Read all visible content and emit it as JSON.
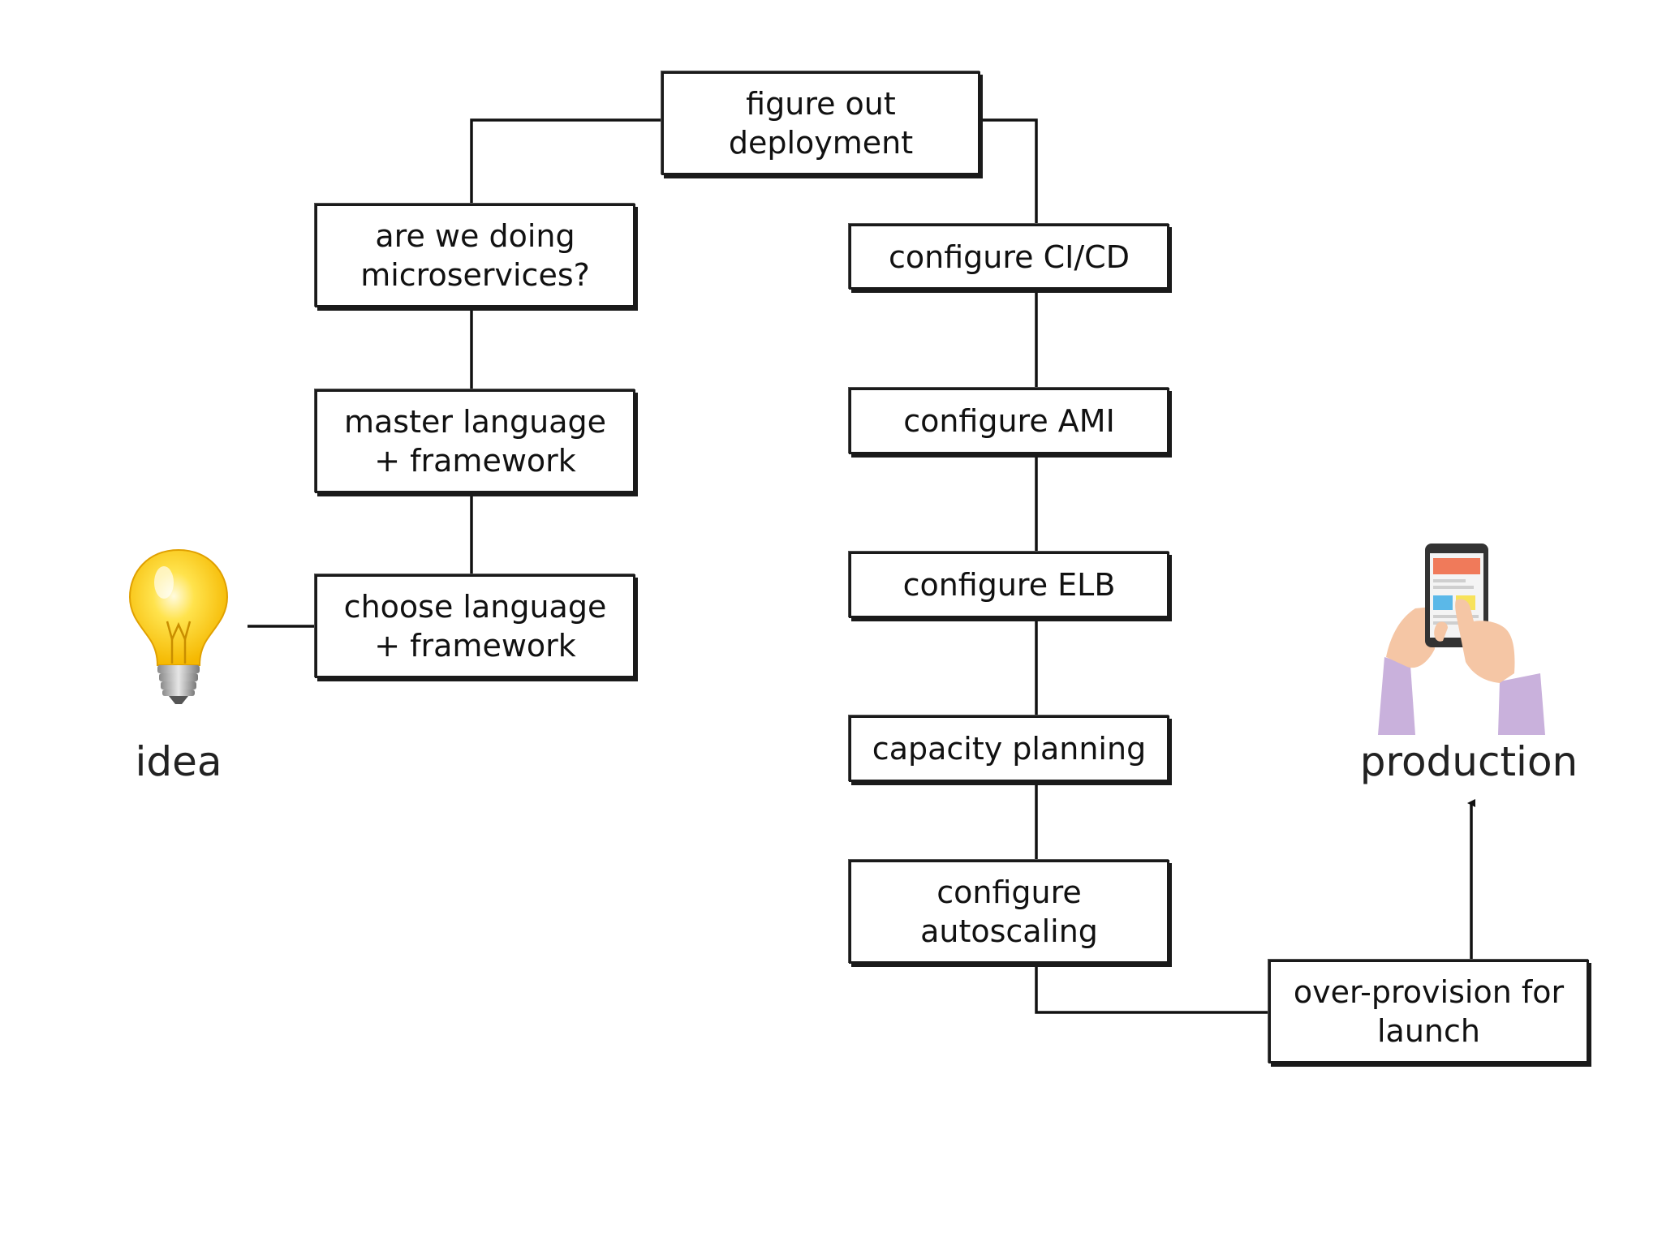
{
  "diagram": {
    "start_node": {
      "label": "idea",
      "icon": "lightbulb-icon"
    },
    "end_node": {
      "label": "production",
      "icon": "phone-in-hands-icon"
    },
    "steps": {
      "choose_language": "choose language\n+ framework",
      "master_language": "master language\n+ framework",
      "microservices": "are we doing\nmicroservices?",
      "figure_out_deployment": "figure out\ndeployment",
      "configure_cicd": "configure CI/CD",
      "configure_ami": "configure AMI",
      "configure_elb": "configure ELB",
      "capacity_planning": "capacity planning",
      "configure_autoscaling": "configure\nautoscaling",
      "over_provision": "over-provision for\nlaunch"
    },
    "colors": {
      "line": "#111111",
      "bulb_glow": "#ffe34d",
      "bulb_core": "#f5b800",
      "sleeve": "#c9b1dc",
      "skin": "#f5c6a5"
    }
  }
}
